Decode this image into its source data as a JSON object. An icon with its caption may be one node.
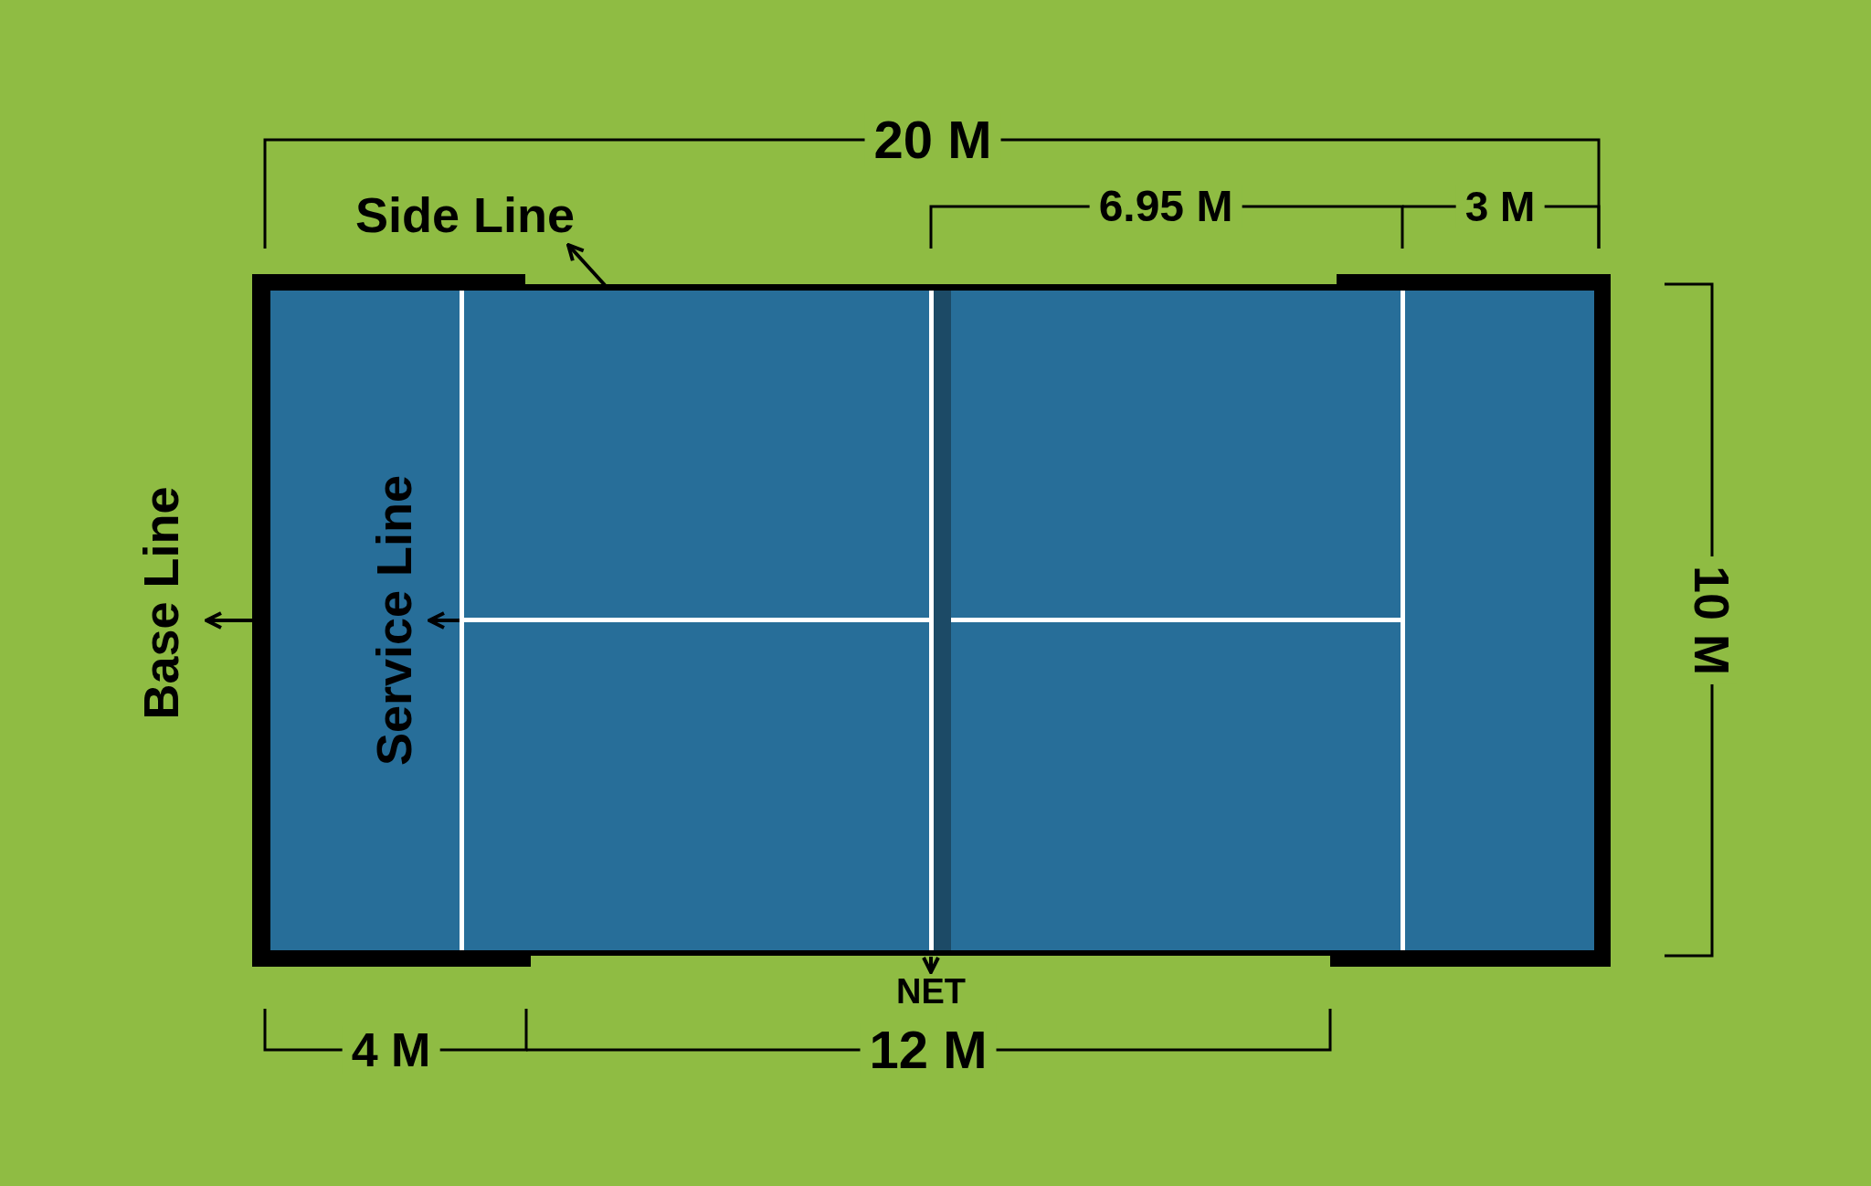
{
  "diagram": {
    "nodes": [
      {
        "text": [
          "Side Line"
        ]
      },
      {
        "text": [
          "Base Line"
        ]
      },
      {
        "text": [
          "Service Line"
        ]
      },
      {
        "text": [
          "NET"
        ]
      },
      {
        "text": [],
        "shape": "bar"
      },
      {
        "text": [],
        "shape": "bar"
      },
      {
        "text": [],
        "shape": "bar"
      },
      {
        "text": [],
        "shape": "bar"
      }
    ],
    "edges": [
      {
        "from": 4,
        "to": 0,
        "arrow": "to"
      },
      {
        "from": 5,
        "to": 1,
        "arrow": "to"
      },
      {
        "from": 6,
        "to": 2,
        "arrow": "to"
      },
      {
        "from": 7,
        "to": 3,
        "arrow": "to"
      }
    ],
    "labels": [
      "20 M",
      "6.95 M",
      "3 M",
      "10 M",
      "4 M",
      "12 M"
    ]
  }
}
